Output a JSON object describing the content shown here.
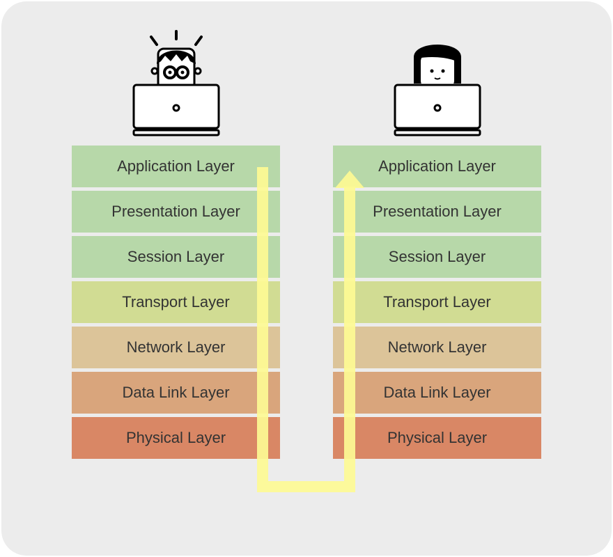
{
  "layers": [
    {
      "label": "Application Layer",
      "color": "#b7d8a9"
    },
    {
      "label": "Presentation Layer",
      "color": "#b7d8a9"
    },
    {
      "label": "Session Layer",
      "color": "#b7d8a9"
    },
    {
      "label": "Transport Layer",
      "color": "#d1dc93"
    },
    {
      "label": "Network Layer",
      "color": "#dcc499"
    },
    {
      "label": "Data Link Layer",
      "color": "#d9a57c"
    },
    {
      "label": "Physical Layer",
      "color": "#d98765"
    }
  ],
  "colors": {
    "background": "#ececec",
    "flow_arrow": "#fdfa94"
  },
  "icons": {
    "sender": "boy-with-glasses-at-laptop-icon",
    "receiver": "girl-at-laptop-icon"
  }
}
